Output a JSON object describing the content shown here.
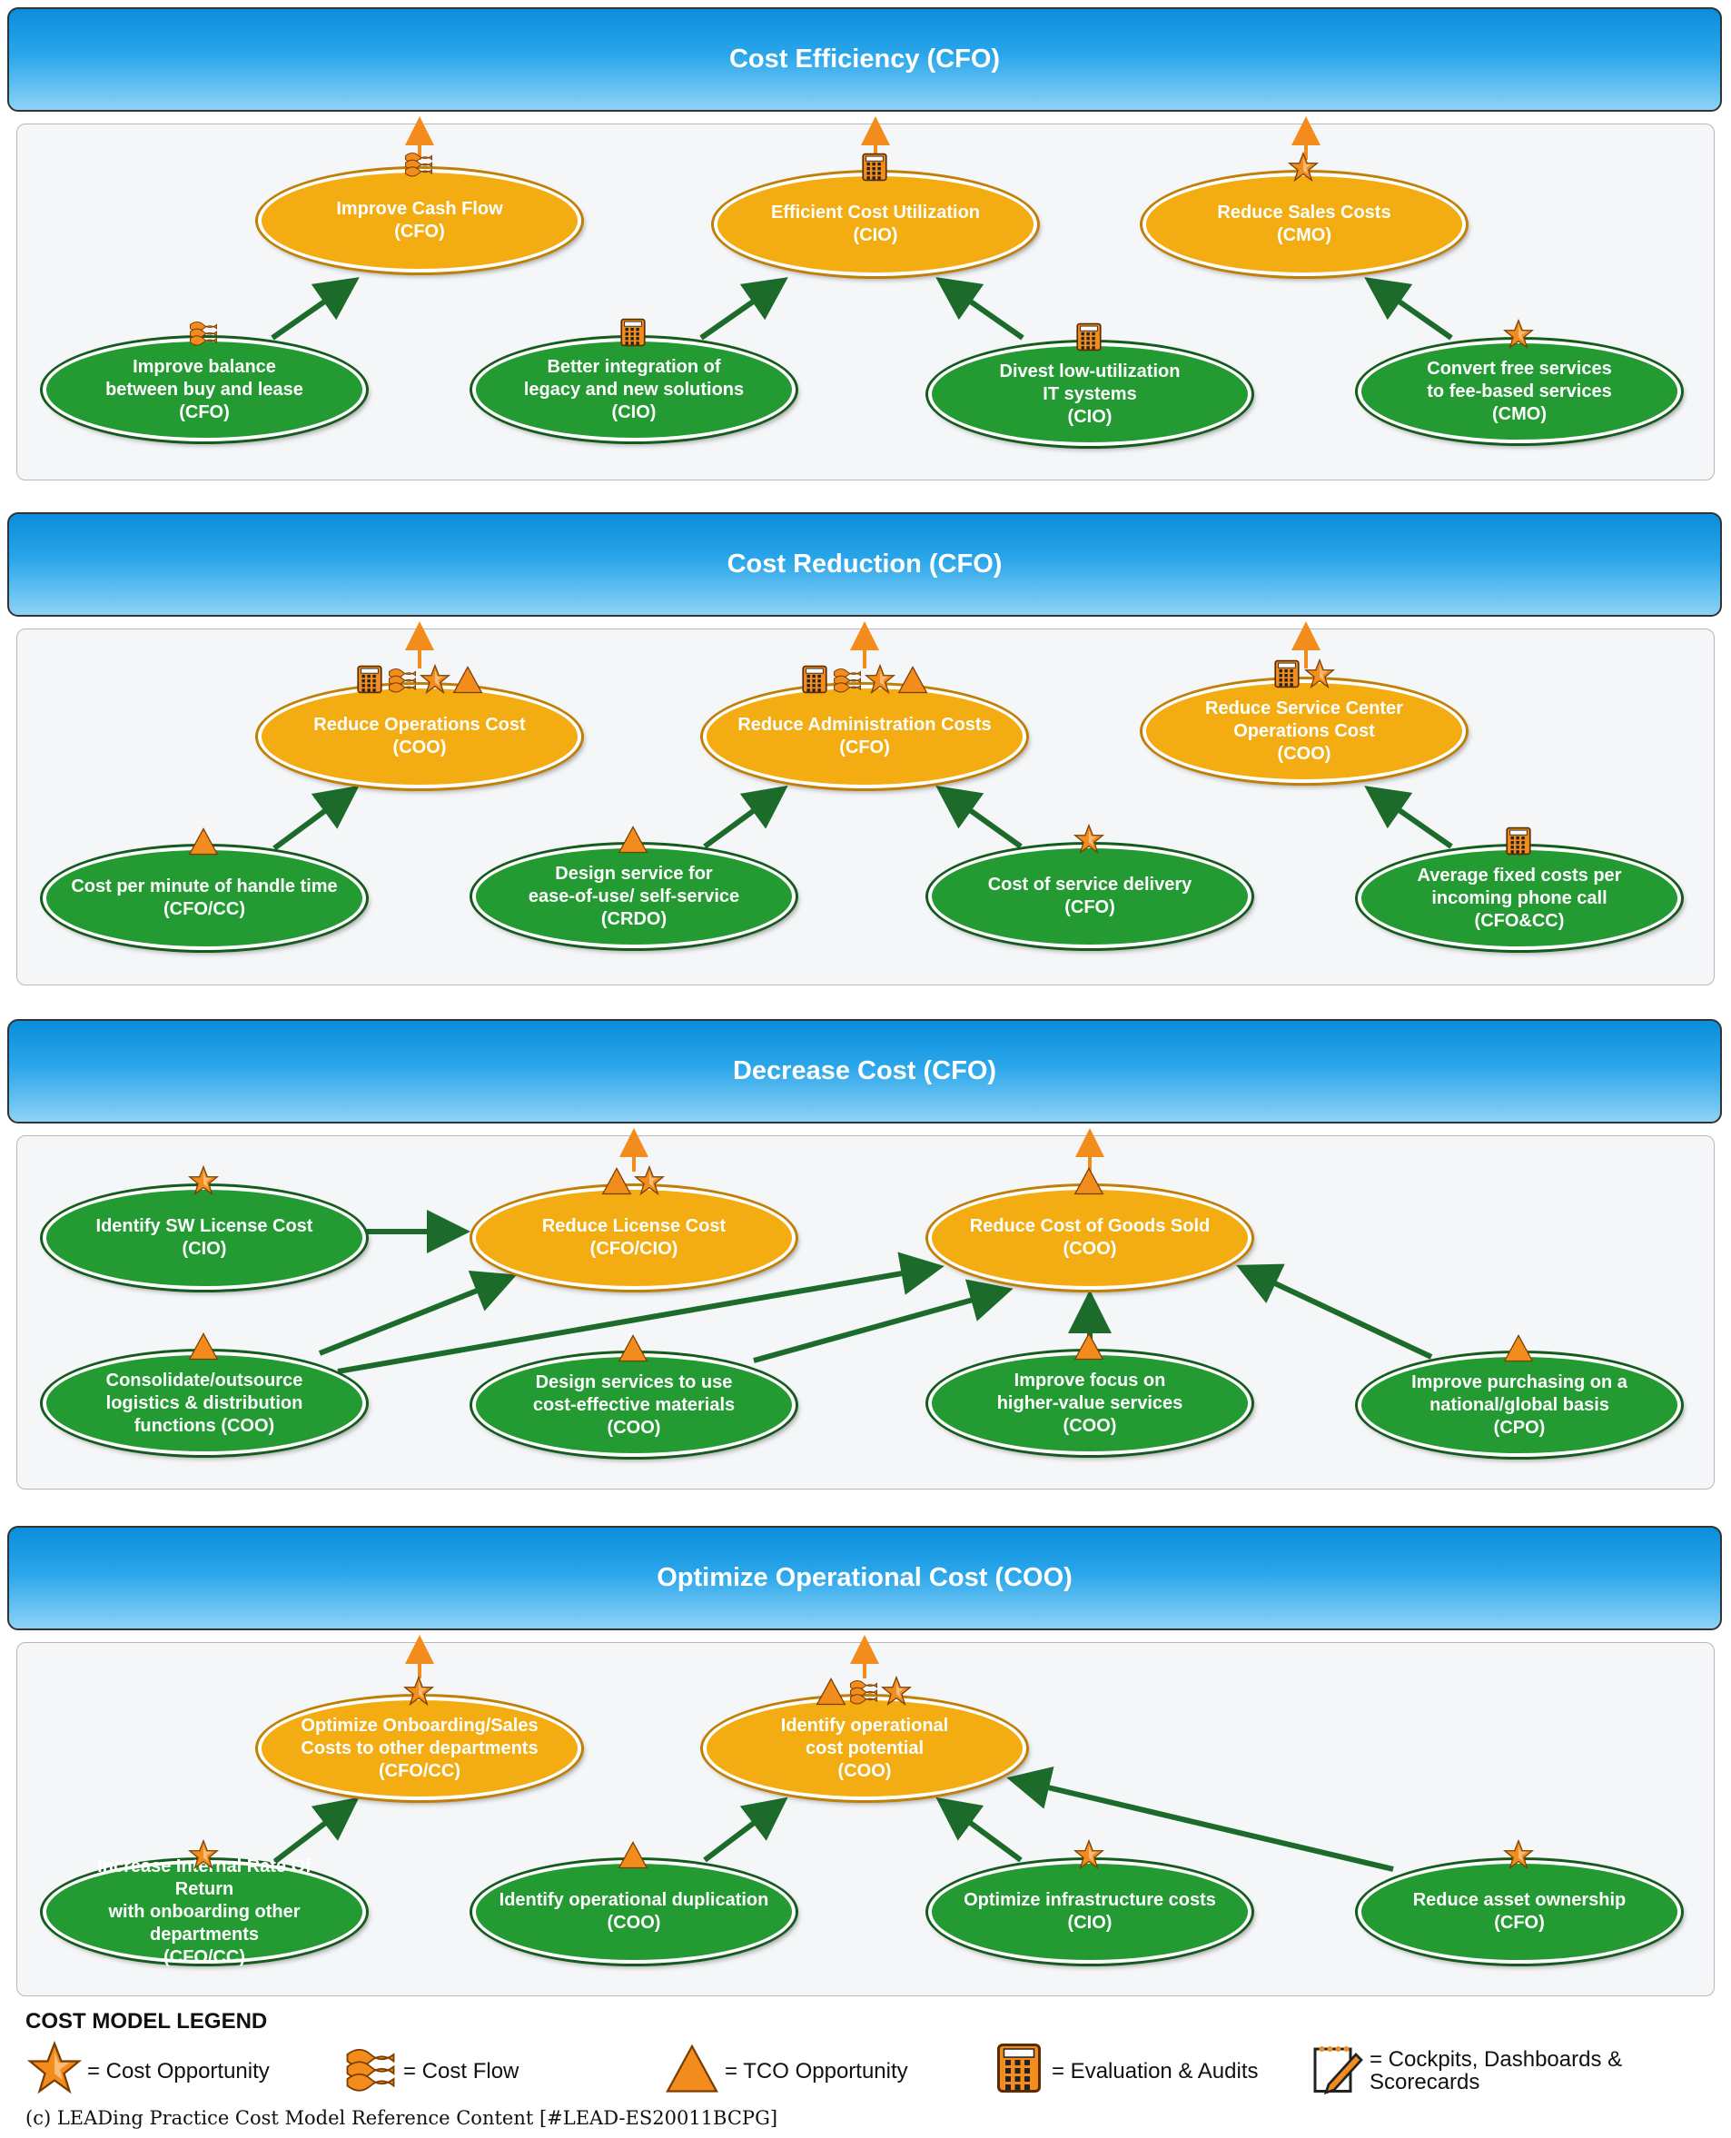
{
  "sections": [
    {
      "title": "Cost Efficiency (CFO)",
      "goals": [
        {
          "label": "Improve Cash Flow\n(CFO)",
          "icons": [
            "cost-flow"
          ]
        },
        {
          "label": "Efficient Cost Utilization\n(CIO)",
          "icons": [
            "evaluation-audits"
          ]
        },
        {
          "label": "Reduce Sales Costs\n(CMO)",
          "icons": [
            "cost-opportunity"
          ]
        }
      ],
      "drivers": [
        {
          "label": "Improve balance\nbetween buy and lease\n(CFO)",
          "icons": [
            "cost-flow"
          ]
        },
        {
          "label": "Better integration of\nlegacy and new solutions\n(CIO)",
          "icons": [
            "evaluation-audits"
          ]
        },
        {
          "label": "Divest low-utilization\nIT systems\n(CIO)",
          "icons": [
            "evaluation-audits"
          ]
        },
        {
          "label": "Convert free services\nto fee-based services\n(CMO)",
          "icons": [
            "cost-opportunity"
          ]
        }
      ]
    },
    {
      "title": "Cost Reduction (CFO)",
      "goals": [
        {
          "label": "Reduce Operations Cost\n(COO)",
          "icons": [
            "evaluation-audits",
            "cost-flow",
            "cost-opportunity",
            "tco-opportunity"
          ]
        },
        {
          "label": "Reduce Administration Costs\n(CFO)",
          "icons": [
            "evaluation-audits",
            "cost-flow",
            "cost-opportunity",
            "tco-opportunity"
          ]
        },
        {
          "label": "Reduce Service Center\nOperations Cost\n(COO)",
          "icons": [
            "evaluation-audits",
            "cost-opportunity"
          ]
        }
      ],
      "drivers": [
        {
          "label": "Cost per minute of handle time\n(CFO/CC)",
          "icons": [
            "tco-opportunity"
          ]
        },
        {
          "label": "Design service for\nease-of-use/ self-service\n(CRDO)",
          "icons": [
            "tco-opportunity"
          ]
        },
        {
          "label": "Cost of service delivery\n(CFO)",
          "icons": [
            "cost-opportunity"
          ]
        },
        {
          "label": "Average fixed costs per\nincoming phone call\n(CFO&CC)",
          "icons": [
            "evaluation-audits"
          ]
        }
      ]
    },
    {
      "title": "Decrease Cost (CFO)",
      "goals": [
        {
          "label": "Reduce License Cost\n(CFO/CIO)",
          "icons": [
            "tco-opportunity",
            "cost-opportunity"
          ]
        },
        {
          "label": "Reduce Cost of Goods Sold\n(COO)",
          "icons": [
            "tco-opportunity"
          ]
        }
      ],
      "drivers": [
        {
          "label": "Identify SW License Cost\n(CIO)",
          "icons": [
            "cost-opportunity"
          ]
        },
        {
          "label": "Consolidate/outsource\nlogistics & distribution\nfunctions (COO)",
          "icons": [
            "tco-opportunity"
          ]
        },
        {
          "label": "Design services to use\ncost-effective materials\n(COO)",
          "icons": [
            "tco-opportunity"
          ]
        },
        {
          "label": "Improve focus on\nhigher-value services\n(COO)",
          "icons": [
            "tco-opportunity"
          ]
        },
        {
          "label": "Improve purchasing on a\nnational/global basis\n(CPO)",
          "icons": [
            "tco-opportunity"
          ]
        }
      ]
    },
    {
      "title": "Optimize Operational Cost (COO)",
      "goals": [
        {
          "label": "Optimize Onboarding/Sales\nCosts to other departments\n(CFO/CC)",
          "icons": [
            "cost-opportunity"
          ]
        },
        {
          "label": "Identify operational\ncost potential\n(COO)",
          "icons": [
            "tco-opportunity",
            "cost-flow",
            "cost-opportunity"
          ]
        }
      ],
      "drivers": [
        {
          "label": "Increase Internal Rate Of Return\nwith onboarding other departments\n(CFO/CC)",
          "icons": [
            "cost-opportunity"
          ]
        },
        {
          "label": "Identify operational duplication\n(COO)",
          "icons": [
            "tco-opportunity"
          ]
        },
        {
          "label": "Optimize infrastructure costs\n(CIO)",
          "icons": [
            "cost-opportunity"
          ]
        },
        {
          "label": "Reduce asset ownership\n(CFO)",
          "icons": [
            "cost-opportunity"
          ]
        }
      ]
    }
  ],
  "legend": {
    "title": "COST MODEL LEGEND",
    "items": [
      {
        "icon": "cost-opportunity",
        "label": "= Cost Opportunity"
      },
      {
        "icon": "cost-flow",
        "label": "= Cost Flow"
      },
      {
        "icon": "tco-opportunity",
        "label": "= TCO Opportunity"
      },
      {
        "icon": "evaluation-audits",
        "label": "= Evaluation & Audits"
      },
      {
        "icon": "cockpits-dashboards",
        "label": "= Cockpits, Dashboards &\nScorecards"
      }
    ]
  },
  "footer": "(c) LEADing Practice Cost Model Reference Content [#LEAD-ES20011BCPG]",
  "colors": {
    "driver": "#249a33",
    "goal": "#f3ad13",
    "arrow": "#1d6b2a",
    "goal_arrow": "#f28c1c",
    "icon": "#f28c1c"
  }
}
